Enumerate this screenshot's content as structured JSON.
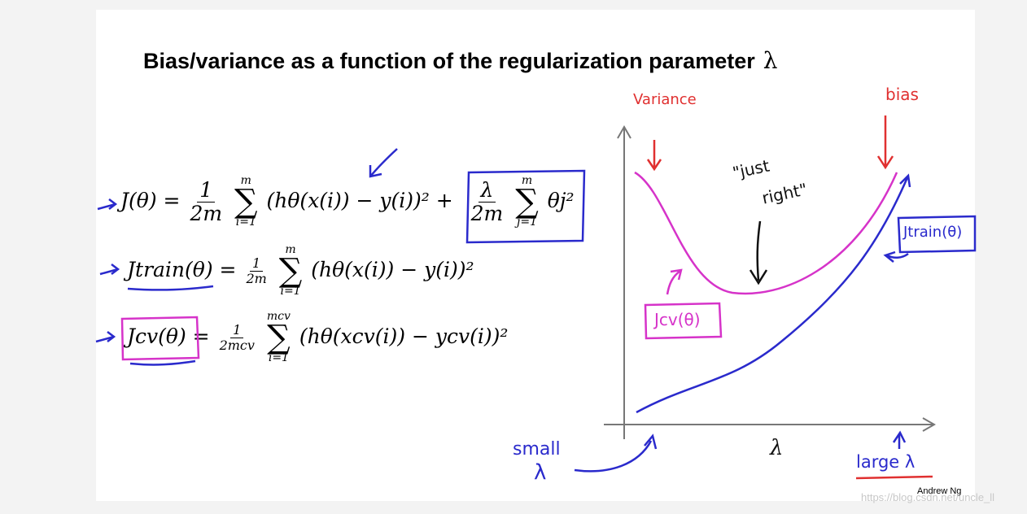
{
  "slide": {
    "title": "Bias/variance as a function of the regularization parameter",
    "title_symbol": "λ",
    "author": "Andrew Ng",
    "watermark": "https://blog.csdn.net/uncle_ll"
  },
  "equations": {
    "j": {
      "lhs": "J(θ) =",
      "frac_num": "1",
      "frac_den": "2m",
      "sum_top": "m",
      "sum_bot": "i=1",
      "body": "(hθ(x(i)) − y(i))² +",
      "reg_num": "λ",
      "reg_den": "2m",
      "reg_sum_top": "m",
      "reg_sum_bot": "j=1",
      "reg_body": "θj²"
    },
    "jtrain": {
      "lhs": "Jtrain(θ) =",
      "frac_num": "1",
      "frac_den": "2m",
      "sum_top": "m",
      "sum_bot": "i=1",
      "body": "(hθ(x(i)) − y(i))²"
    },
    "jcv": {
      "lhs": "Jcv(θ)",
      "eq": "=",
      "frac_num": "1",
      "frac_den": "2mcv",
      "sum_top": "mcv",
      "sum_bot": "i=1",
      "body": "(hθ(xcv(i)) − ycv(i))²"
    }
  },
  "annotations": {
    "variance": "Variance",
    "bias": "bias",
    "just_right_1": "\"just",
    "just_right_2": "right\"",
    "jcv_label": "Jcv(θ)",
    "jtrain_label": "Jtrain(θ)",
    "small_lambda_1": "small",
    "small_lambda_2": "λ",
    "large_lambda": "large λ",
    "x_axis": "λ"
  },
  "colors": {
    "blue": "#2a2acc",
    "magenta": "#d633c9",
    "red": "#e03030",
    "axis": "#777777"
  }
}
